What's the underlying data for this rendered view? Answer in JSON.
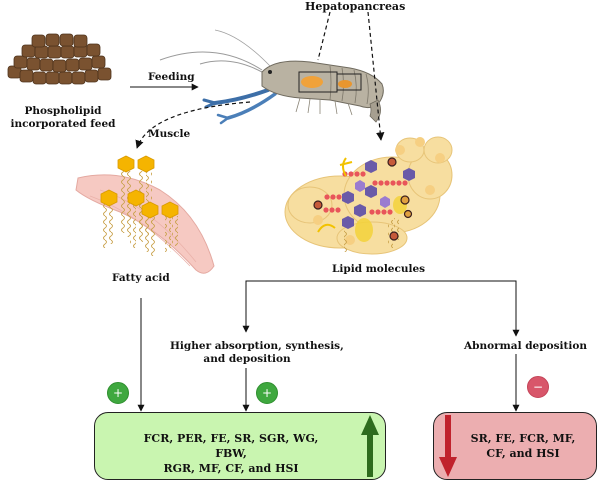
{
  "labels": {
    "hepatopancreas": "Hepatopancreas",
    "feed_line1": "Phospholipid",
    "feed_line2": "incorporated feed",
    "feeding": "Feeding",
    "muscle": "Muscle",
    "fatty_acid": "Fatty acid",
    "lipid_molecules": "Lipid molecules",
    "higher_line1": "Higher absorption, synthesis,",
    "higher_line2": "and deposition",
    "abnormal": "Abnormal deposition"
  },
  "badges": {
    "plus": "+",
    "minus": "−"
  },
  "outcome_positive": {
    "line1": "FCR, PER, FE, SR, SGR, WG, FBW,",
    "line2": "RGR, MF, CF, and HSI"
  },
  "outcome_negative": {
    "line1": "SR, FE, FCR, MF,",
    "line2": "CF, and HSI"
  },
  "colors": {
    "positive_box": "#c9f5b0",
    "negative_box": "#ecaeb0",
    "plus_badge": "#3fa83f",
    "minus_badge": "#d8566a",
    "up_arrow": "#2e6b1e",
    "down_arrow": "#c0222c",
    "hexagon": "#f5b400",
    "hepatopancreas": "#f7dea0"
  }
}
